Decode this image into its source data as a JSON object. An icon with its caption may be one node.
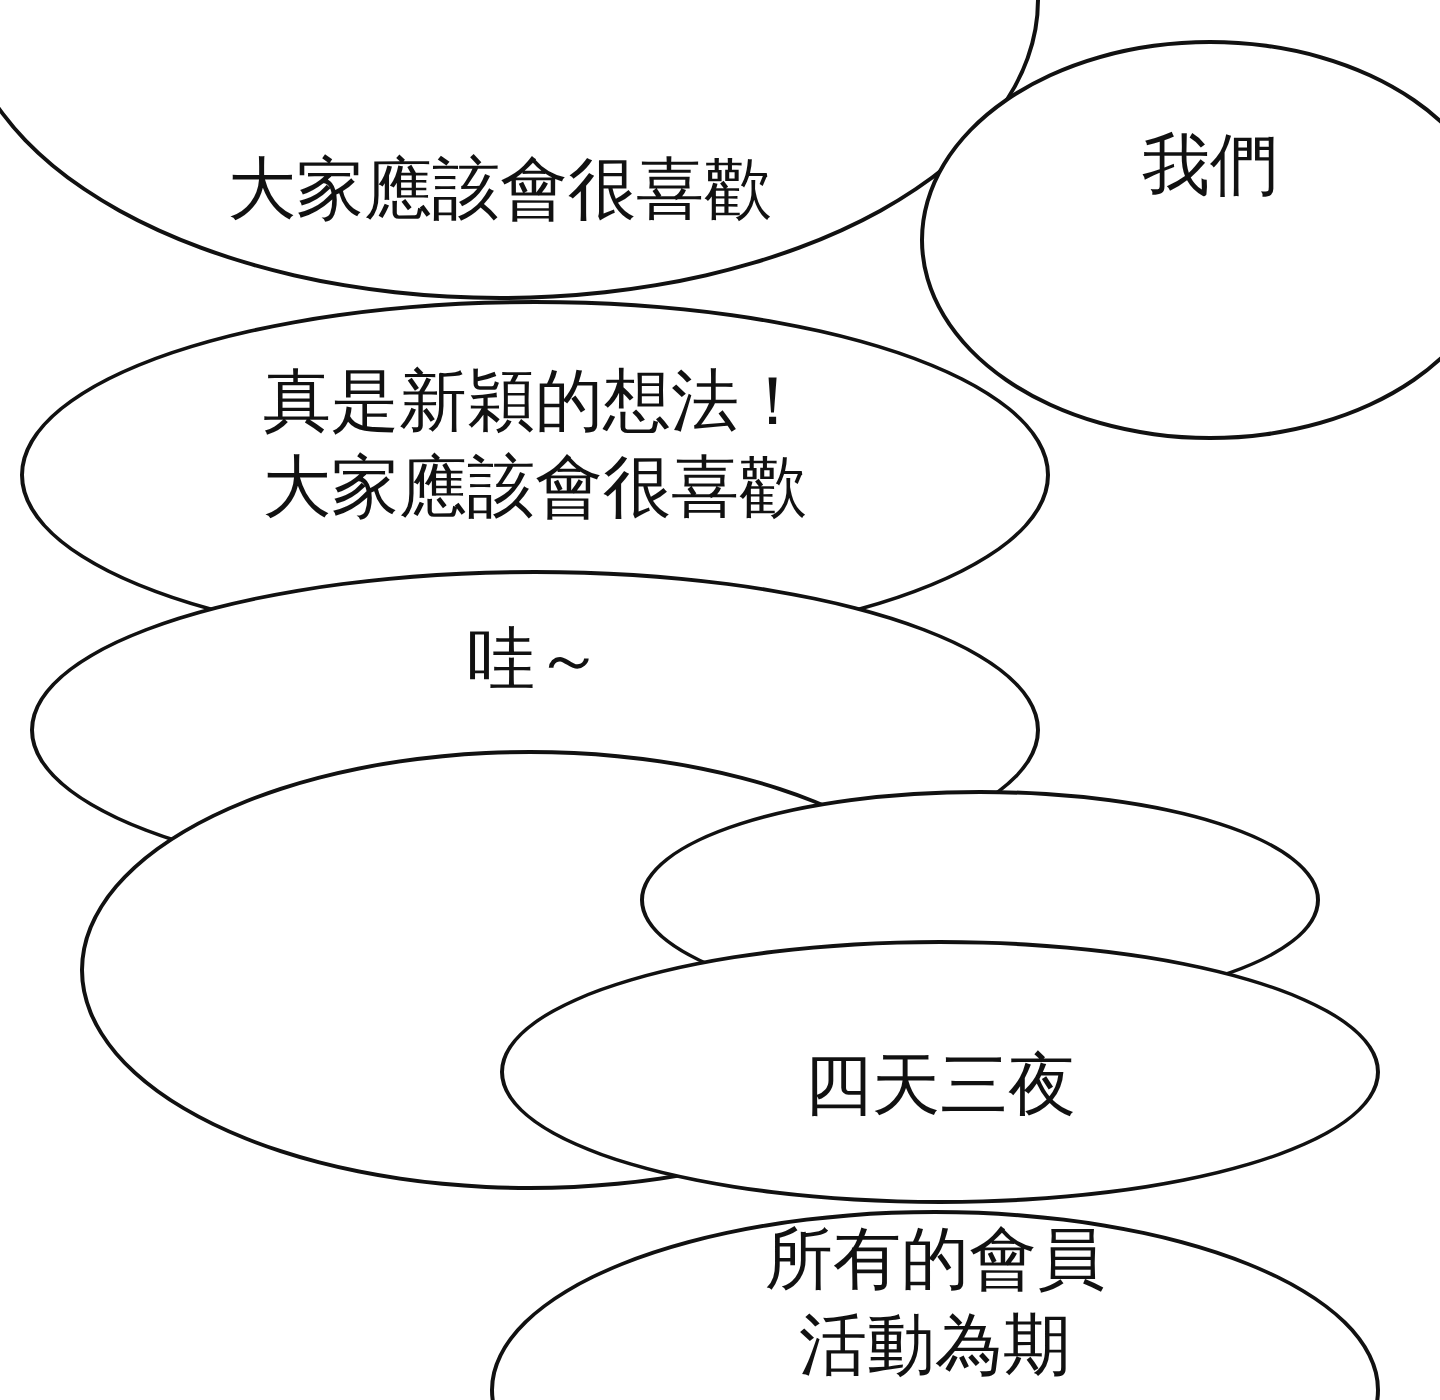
{
  "diagram": {
    "nodes": [
      {
        "text": [
          "大家應該會很喜歡"
        ]
      },
      {
        "text": [
          "我們"
        ]
      },
      {
        "text": [
          "真是新穎的想法！",
          "大家應該會很喜歡"
        ]
      },
      {
        "text": [
          "哇～"
        ]
      },
      {
        "text": [],
        "shape": "circle"
      },
      {
        "text": [],
        "shape": "circle"
      },
      {
        "text": [
          "四天三夜"
        ]
      },
      {
        "text": [
          "所有的會員",
          "活動為期"
        ]
      }
    ]
  }
}
